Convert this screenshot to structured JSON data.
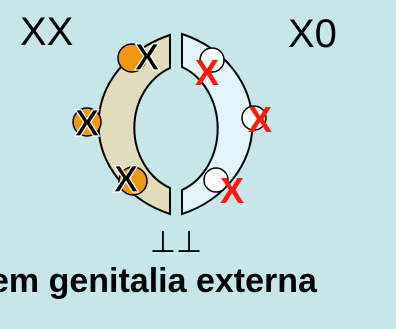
{
  "left_label": "XX",
  "right_label": "X0",
  "caption": "em genitalia externa",
  "marks": {
    "x_mark": "X",
    "mirror_symbol": "⊥⊥"
  },
  "colors": {
    "background": "#c6e6ea",
    "left_half_fill": "#e1dcbc",
    "right_half_fill": "#e3f5fb",
    "gonad_fill": "#f2960e",
    "empty_circle_fill": "#ffffff",
    "black_x": "#000000",
    "red_x": "#ff1a0a"
  }
}
